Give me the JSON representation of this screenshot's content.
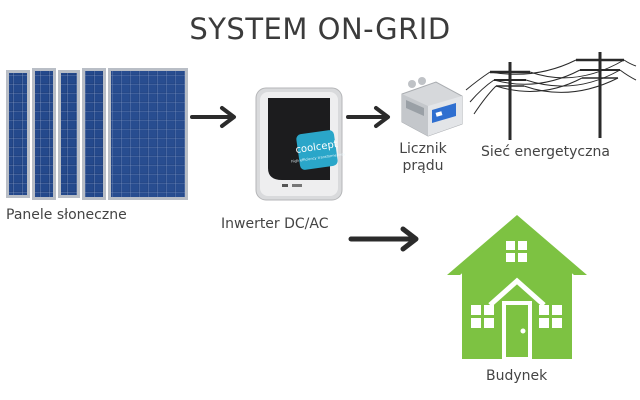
{
  "title": "SYSTEM ON-GRID",
  "nodes": {
    "panels": {
      "label": "Panele słoneczne"
    },
    "inverter": {
      "label": "Inwerter DC/AC",
      "brand_text": "coolcept",
      "brand_subtext": "high efficiency transformerless"
    },
    "meter": {
      "label_line1": "Licznik",
      "label_line2": "prądu"
    },
    "grid": {
      "label": "Sieć energetyczna"
    },
    "building": {
      "label": "Budynek"
    }
  },
  "colors": {
    "panel": "#1f3f7a",
    "panel_frame": "#b9bec6",
    "house": "#7dc242",
    "arrow": "#2b2b2b",
    "inverter_badge": "#2aa6c9"
  },
  "icons": [
    "solar-panel-icon",
    "inverter-icon",
    "electric-meter-icon",
    "power-line-icon",
    "house-icon",
    "arrow-right-icon"
  ]
}
